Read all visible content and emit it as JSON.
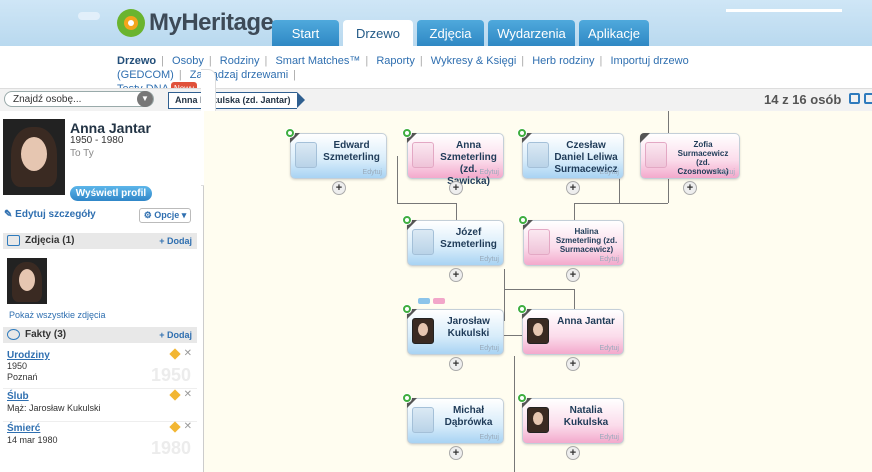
{
  "app": {
    "logo_text": "MyHeritage"
  },
  "tabs": [
    {
      "label": "Start"
    },
    {
      "label": "Drzewo"
    },
    {
      "label": "Zdjęcia"
    },
    {
      "label": "Wydarzenia"
    },
    {
      "label": "Aplikacje"
    }
  ],
  "subnav": {
    "items": [
      "Drzewo",
      "Osoby",
      "Rodziny",
      "Smart Matches™",
      "Raporty",
      "Wykresy & Księgi",
      "Herb rodziny",
      "Importuj drzewo (GEDCOM)",
      "Zarządzaj drzewami"
    ],
    "dna": "Testy DNA",
    "new_badge": "Nowy"
  },
  "toolbar": {
    "search_placeholder": "Znajdź osobę...",
    "breadcrumb": "Anna Kukulska (zd. Jantar)",
    "count": "14 z 16 osób"
  },
  "profile": {
    "name": "Anna Jantar",
    "years": "1950 - 1980",
    "relation": "To Ty",
    "view_profile": "Wyświetl profil",
    "edit": "Edytuj szczegóły",
    "options": "Opcje"
  },
  "photos": {
    "heading": "Zdjęcia (1)",
    "add": "Dodaj",
    "show_all": "Pokaż wszystkie zdjęcia"
  },
  "facts": {
    "heading": "Fakty (3)",
    "add": "Dodaj",
    "items": [
      {
        "title": "Urodziny",
        "line1": "1950",
        "line2": "Poznań",
        "watermark": "1950"
      },
      {
        "title": "Ślub",
        "line1": "Mąż: Jarosław Kukulski",
        "line2": "",
        "watermark": ""
      },
      {
        "title": "Śmierć",
        "line1": "14 mar 1980",
        "line2": "",
        "watermark": "1980"
      }
    ]
  },
  "tree": {
    "edit_label": "Edytuj",
    "people": [
      {
        "name": "Edward Szmeterling",
        "gender": "m"
      },
      {
        "name": "Anna Szmeterling (zd. Sawicka)",
        "gender": "f"
      },
      {
        "name": "Czesław Daniel Leliwa Surmacewicz",
        "gender": "m"
      },
      {
        "name": "Zofia Surmacewicz (zd. Czosnowska)",
        "gender": "f"
      },
      {
        "name": "Józef Szmeterling",
        "gender": "m"
      },
      {
        "name": "Halina Szmeterling (zd. Surmacewicz)",
        "gender": "f"
      },
      {
        "name": "Jarosław Kukulski",
        "gender": "m"
      },
      {
        "name": "Anna Jantar",
        "gender": "f"
      },
      {
        "name": "Michał Dąbrówka",
        "gender": "m"
      },
      {
        "name": "Natalia Kukulska",
        "gender": "f"
      }
    ]
  },
  "colors": {
    "accent": "#2f88c4",
    "male": "#a8d3f3",
    "female": "#f3a9cc",
    "brand_green": "#6ab42f"
  }
}
